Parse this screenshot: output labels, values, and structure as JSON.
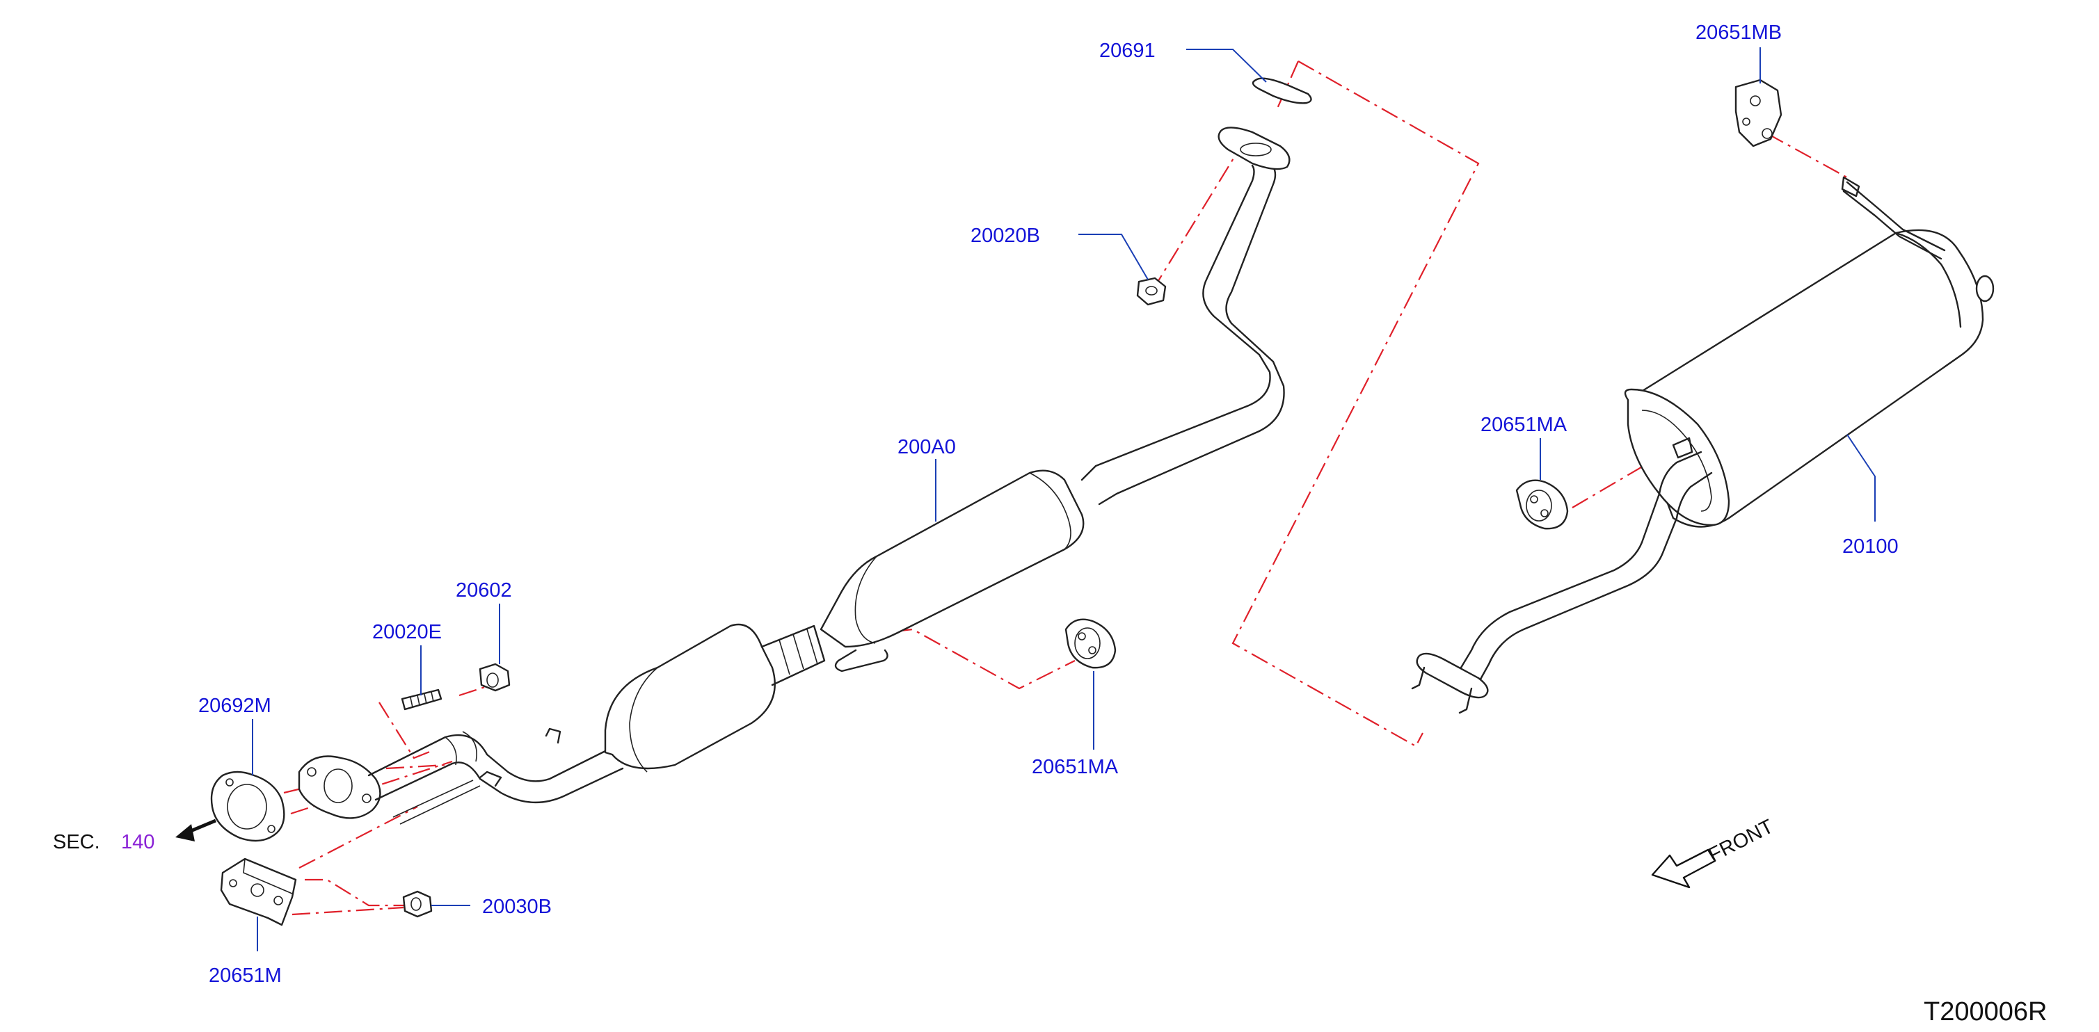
{
  "labels": {
    "p20691": "20691",
    "p20020B": "20020B",
    "p200A0": "200A0",
    "p20602": "20602",
    "p20020E": "20020E",
    "p20692M": "20692M",
    "p20651MA_front": "20651MA",
    "p20651M": "20651M",
    "p20030B": "20030B",
    "p20651MB": "20651MB",
    "p20651MA_rear": "20651MA",
    "p20100": "20100"
  },
  "section_ref": {
    "prefix": "SEC.",
    "number": "140"
  },
  "direction": {
    "text": "FRONT"
  },
  "drawing_code": "T200006R",
  "colors": {
    "label_blue": "#1414d8",
    "leader_blue": "#1a3fb5",
    "dash_red": "#e0202a",
    "section_purple": "#8a22d6",
    "line_black": "#222222"
  }
}
